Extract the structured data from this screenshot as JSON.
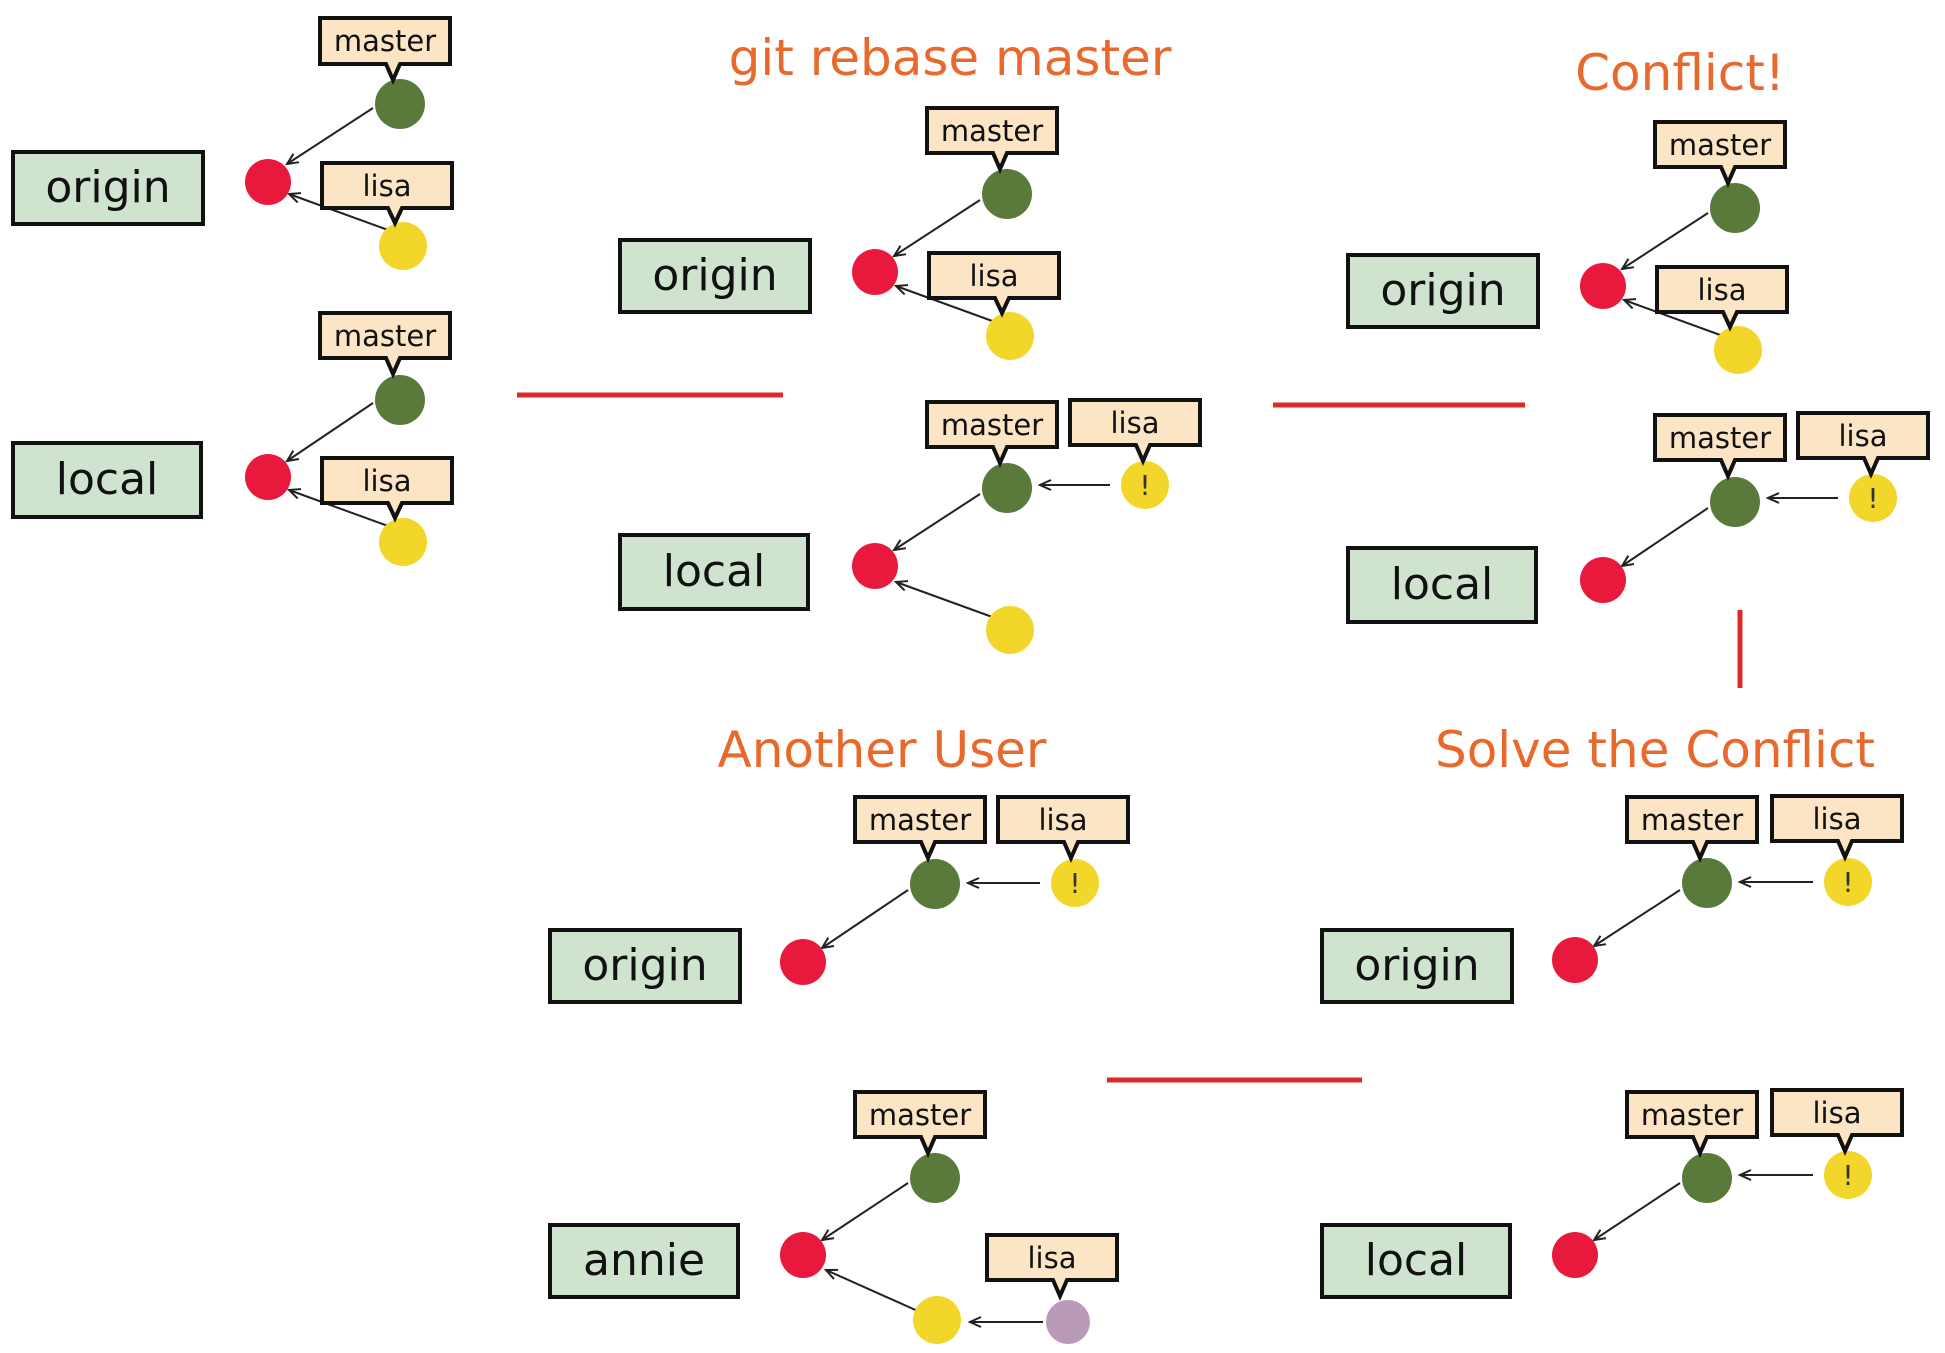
{
  "headings": {
    "rebase": "git rebase master",
    "conflict": "Conflict!",
    "another_user": "Another User",
    "solve": "Solve the Conflict"
  },
  "repos": {
    "origin": "origin",
    "local": "local",
    "annie": "annie"
  },
  "branches": {
    "master": "master",
    "lisa": "lisa"
  },
  "markers": {
    "conflict": "!"
  },
  "colors": {
    "root_commit": "#e8193c",
    "master_commit": "#5a7a3c",
    "lisa_commit": "#f2d62a",
    "annie_commit": "#b99ab8",
    "repo_box": "#cfe3cf",
    "tag_box": "#fbe5c5",
    "heading": "#e9692c",
    "separator": "#d92b2b"
  }
}
